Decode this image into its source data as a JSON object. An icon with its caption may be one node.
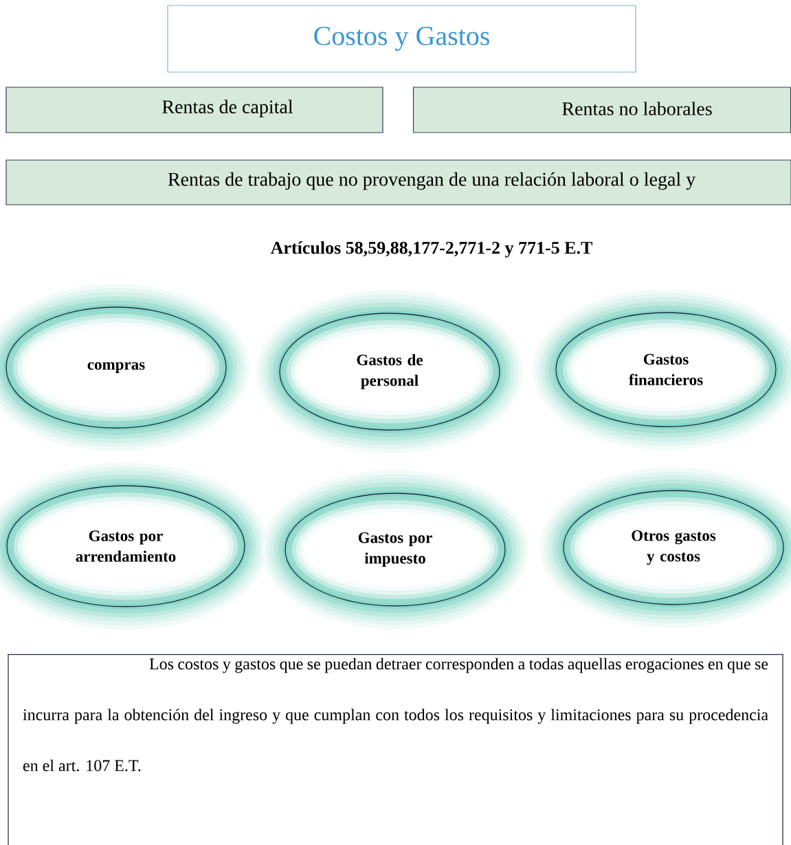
{
  "diagram": {
    "nodes": [
      {
        "text": [
          "Costos y Gastos"
        ]
      },
      {
        "text": [
          "Rentas de capital"
        ]
      },
      {
        "text": [
          "Rentas no laborales"
        ]
      },
      {
        "text": [
          "Rentas de trabajo que no provengan de una relación laboral o legal y"
        ]
      },
      {
        "text": [
          "compras"
        ]
      },
      {
        "text": [
          "Gastos de personal"
        ]
      },
      {
        "text": [
          "Gastos financieros"
        ]
      },
      {
        "text": [
          "Gastos por arrendamiento"
        ]
      },
      {
        "text": [
          "Gastos por impuesto"
        ]
      },
      {
        "text": [
          "Otros gastos y costos"
        ]
      },
      {
        "text": [
          "Los costos y gastos que se puedan detraer corresponden a todas aquellas erogaciones en que se incurra para la obtención del ingreso y que cumplan con todos los requisitos y limitaciones para su procedencia en el art. 107 E.T."
        ]
      }
    ],
    "labels": [
      "Artículos 58,59,88,177-2,771-2 y 771-5 E.T"
    ]
  }
}
